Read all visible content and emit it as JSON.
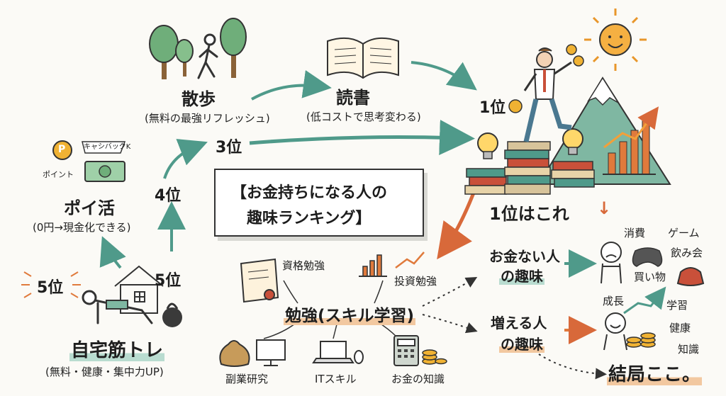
{
  "title": {
    "line1": "【お金持ちになる人の",
    "line2": "趣味ランキング】"
  },
  "walk": {
    "label": "散歩",
    "desc": "(無料の最強リフレッシュ)"
  },
  "reading": {
    "label": "読書",
    "desc": "(低コストで思考変わる)"
  },
  "rank1": {
    "label": "1位"
  },
  "rank3": {
    "label": "3位"
  },
  "rank4": {
    "label": "4位"
  },
  "rank5a": {
    "label": "5位"
  },
  "rank5b": {
    "label": "5位"
  },
  "poikatsu": {
    "label": "ポイ活",
    "desc": "(0円→現金化できる)",
    "point_label": "ポイント",
    "cashback_label": "キャシバックK",
    "coin_letter": "P"
  },
  "training": {
    "label": "自宅筋トレ",
    "desc": "(無料・健康・集中力UP)"
  },
  "answer": {
    "label": "1位はこれ",
    "arrow": "↓"
  },
  "study": {
    "label": "勉強(スキル学習)",
    "items": [
      "資格勉強",
      "投資勉強",
      "副業研究",
      "ITスキル",
      "お金の知識"
    ]
  },
  "poor": {
    "line1": "お金ない人",
    "line2": "の趣味",
    "items": [
      "消費",
      "ゲーム",
      "飲み会",
      "買い物"
    ]
  },
  "rich": {
    "line1": "増える人",
    "line2": "の趣味",
    "items": [
      "成長",
      "学習",
      "健康",
      "知識"
    ]
  },
  "conclusion": {
    "label": "結局ここ。"
  },
  "colors": {
    "teal": "#4f9a8a",
    "orange": "#e07a3c",
    "highlight_green": "#b9dcd0",
    "highlight_orange": "#f2c8a0"
  },
  "icons": [
    "tree-icon",
    "walker-icon",
    "open-book-icon",
    "sun-icon",
    "mountain-icon",
    "climber-icon",
    "bulb-icon",
    "books-stack-icon",
    "growth-chart-icon",
    "coin-icon",
    "cash-icon",
    "house-icon",
    "kettlebell-icon",
    "pushup-person-icon",
    "certificate-icon",
    "bar-chart-icon",
    "money-bag-icon",
    "monitor-icon",
    "laptop-icon",
    "mouse-icon",
    "calculator-icon",
    "sad-face-icon",
    "gamepad-icon",
    "purse-icon",
    "happy-face-icon"
  ]
}
